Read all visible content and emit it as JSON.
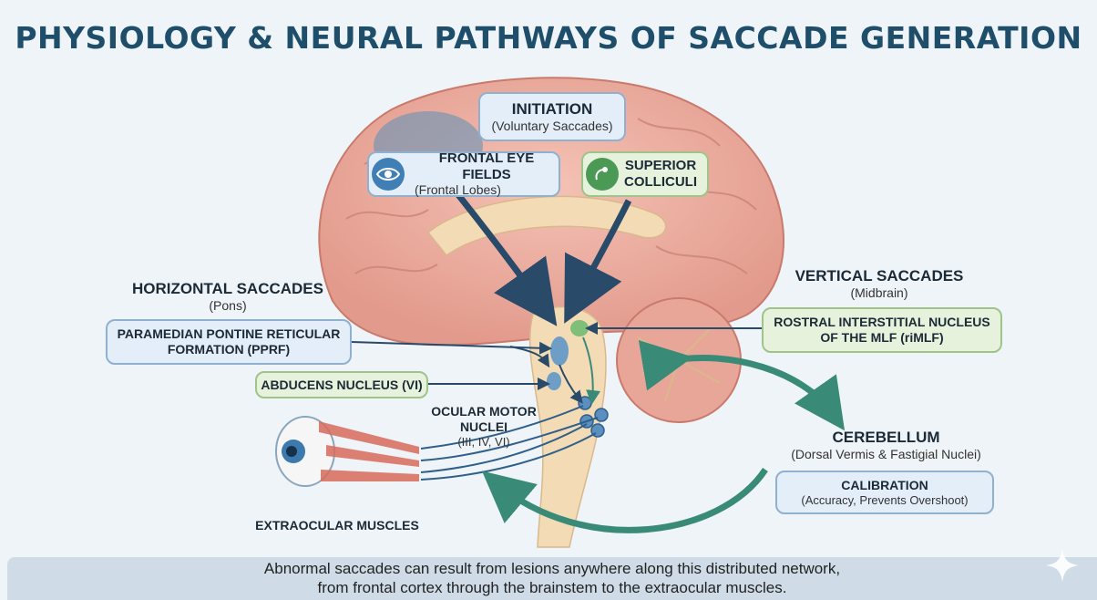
{
  "title": "PHYSIOLOGY & NEURAL PATHWAYS OF SACCADE GENERATION",
  "initiation": {
    "heading": "INITIATION",
    "sub": "(Voluntary Saccades)"
  },
  "fef": {
    "heading": "FRONTAL EYE FIELDS",
    "sub": "(Frontal Lobes)",
    "icon": "eye-icon"
  },
  "sc": {
    "line1": "SUPERIOR",
    "line2": "COLLICULI",
    "icon": "colliculus-icon"
  },
  "horizontal": {
    "heading": "HORIZONTAL SACCADES",
    "sub": "(Pons)"
  },
  "pprf": {
    "line1": "PARAMEDIAN PONTINE RETICULAR",
    "line2": "FORMATION (PPRF)"
  },
  "abducens": {
    "label": "ABDUCENS NUCLEUS (VI)"
  },
  "vertical": {
    "heading": "VERTICAL SACCADES",
    "sub": "(Midbrain)"
  },
  "rimlf": {
    "line1": "ROSTRAL INTERSTITIAL NUCLEUS",
    "line2": "OF THE MLF (riMLF)"
  },
  "ocular": {
    "line1": "OCULAR MOTOR",
    "line2": "NUCLEI",
    "line3": "(III, IV, VI)"
  },
  "cerebellum": {
    "heading": "CEREBELLUM",
    "sub": "(Dorsal Vermis & Fastigial Nuclei)"
  },
  "calibration": {
    "heading": "CALIBRATION",
    "sub": "(Accuracy, Prevents Overshoot)"
  },
  "muscles": {
    "label": "EXTRAOCULAR MUSCLES"
  },
  "footer": {
    "line1": "Abnormal saccades can result from lesions anywhere along this distributed network,",
    "line2": "from frontal cortex through the brainstem to the extraocular muscles."
  },
  "colors": {
    "title": "#1f4e6b",
    "blue_box": "#e3eef8",
    "green_box": "#e7f2dd",
    "arrow_dark": "#2a4a6a",
    "arrow_teal": "#3a8a78",
    "brain": "#e9a79b",
    "brainstem": "#f3dcb5"
  }
}
